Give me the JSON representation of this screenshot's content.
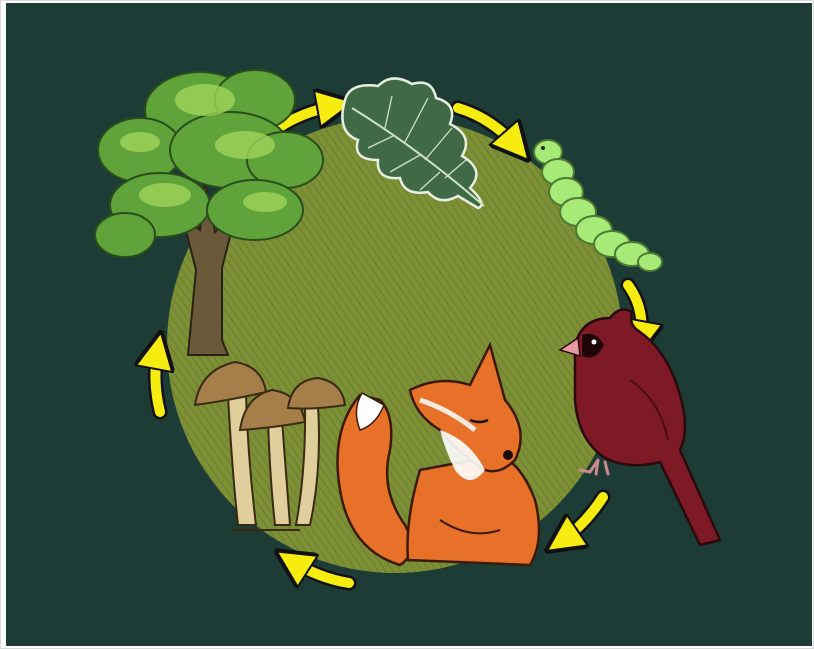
{
  "diagram": {
    "stages": [
      {
        "id": "tree",
        "icon": "tree-icon"
      },
      {
        "id": "leaf",
        "icon": "oak-leaf-icon"
      },
      {
        "id": "caterpillar",
        "icon": "caterpillar-icon"
      },
      {
        "id": "cardinal",
        "icon": "cardinal-bird-icon"
      },
      {
        "id": "fox",
        "icon": "fox-icon"
      },
      {
        "id": "mushrooms",
        "icon": "mushrooms-icon"
      }
    ],
    "arrows": [
      {
        "from": "tree",
        "to": "leaf"
      },
      {
        "from": "leaf",
        "to": "caterpillar"
      },
      {
        "from": "caterpillar",
        "to": "cardinal"
      },
      {
        "from": "cardinal",
        "to": "fox"
      },
      {
        "from": "fox",
        "to": "mushrooms"
      },
      {
        "from": "mushrooms",
        "to": "tree"
      }
    ],
    "colors": {
      "background": "#1d3c35",
      "circle": "#7d9036",
      "arrow": "#f7ec10",
      "fox": "#e8712a",
      "cardinal": "#7e1a25",
      "caterpillar": "#a8ea78",
      "leaf": "#3f6a45",
      "tree": "#5fa33a",
      "mushroom": "#a57e49"
    }
  }
}
